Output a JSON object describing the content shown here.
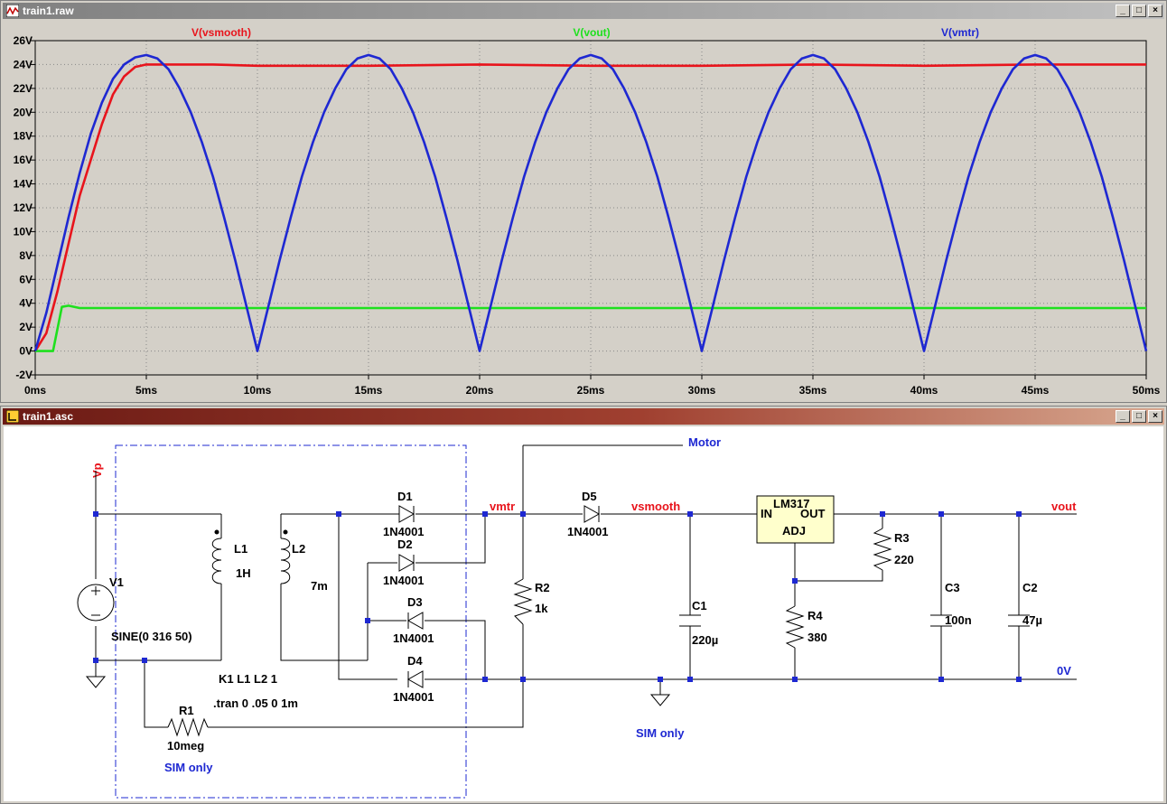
{
  "plot_window": {
    "title": "train1.raw"
  },
  "schematic_window": {
    "title": "train1.asc"
  },
  "window_controls": {
    "minimize": "_",
    "restore": "□",
    "close": "×"
  },
  "colors": {
    "vsmooth": "#e8141c",
    "vout": "#1ee01e",
    "vmtr": "#1e28d2",
    "component_label": "#000000",
    "net_label_red": "#e8141c",
    "net_label_blue": "#1e28d2",
    "wire": "#000000",
    "junction": "#1e28d2",
    "box": "#1e28d2"
  },
  "chart_data": {
    "type": "line",
    "title": "",
    "xlabel": "",
    "ylabel": "",
    "xlim": [
      0,
      50
    ],
    "ylim": [
      -2,
      26
    ],
    "grid": true,
    "x_ticks": [
      "0ms",
      "5ms",
      "10ms",
      "15ms",
      "20ms",
      "25ms",
      "30ms",
      "35ms",
      "40ms",
      "45ms",
      "50ms"
    ],
    "y_ticks": [
      "-2V",
      "0V",
      "2V",
      "4V",
      "6V",
      "8V",
      "10V",
      "12V",
      "14V",
      "16V",
      "18V",
      "20V",
      "22V",
      "24V",
      "26V"
    ],
    "series": [
      {
        "name": "V(vsmooth)",
        "color": "#e8141c",
        "x": [
          0,
          0.5,
          1,
          1.5,
          2,
          2.5,
          3,
          3.5,
          4,
          4.5,
          5,
          6,
          8,
          10,
          15,
          20,
          25,
          30,
          35,
          40,
          45,
          50
        ],
        "y": [
          0,
          1.5,
          5,
          9,
          13,
          16,
          19,
          21.5,
          23,
          23.8,
          24,
          24,
          24,
          23.9,
          23.9,
          24,
          23.9,
          23.9,
          24,
          23.9,
          24,
          24
        ]
      },
      {
        "name": "V(vout)",
        "color": "#1ee01e",
        "x": [
          0,
          0.8,
          1.2,
          1.5,
          2,
          3,
          50
        ],
        "y": [
          0,
          0,
          3.7,
          3.8,
          3.6,
          3.6,
          3.6
        ]
      },
      {
        "name": "V(vmtr)",
        "color": "#1e28d2",
        "x": [
          0,
          0.5,
          1,
          1.5,
          2,
          2.5,
          3,
          3.5,
          4,
          4.5,
          5,
          5.5,
          6,
          6.5,
          7,
          7.5,
          8,
          8.5,
          9,
          9.5,
          10,
          10.5,
          11,
          11.5,
          12,
          12.5,
          13,
          13.5,
          14,
          14.5,
          15,
          15.5,
          16,
          16.5,
          17,
          17.5,
          18,
          18.5,
          19,
          19.5,
          20,
          20.5,
          21,
          21.5,
          22,
          22.5,
          23,
          23.5,
          24,
          24.5,
          25,
          25.5,
          26,
          26.5,
          27,
          27.5,
          28,
          28.5,
          29,
          29.5,
          30,
          30.5,
          31,
          31.5,
          32,
          32.5,
          33,
          33.5,
          34,
          34.5,
          35,
          35.5,
          36,
          36.5,
          37,
          37.5,
          38,
          38.5,
          39,
          39.5,
          40,
          40.5,
          41,
          41.5,
          42,
          42.5,
          43,
          43.5,
          44,
          44.5,
          45,
          45.5,
          46,
          46.5,
          47,
          47.5,
          48,
          48.5,
          49,
          49.5,
          50
        ],
        "y": [
          0,
          3.2,
          7.2,
          11.2,
          14.9,
          18.2,
          20.8,
          22.8,
          24,
          24.6,
          24.8,
          24.5,
          23.6,
          22,
          20,
          17.5,
          14.6,
          11.2,
          7.6,
          3.8,
          0,
          3.8,
          7.6,
          11.2,
          14.6,
          17.5,
          20,
          22,
          23.6,
          24.5,
          24.8,
          24.5,
          23.6,
          22,
          20,
          17.5,
          14.6,
          11.2,
          7.6,
          3.8,
          0,
          3.8,
          7.6,
          11.2,
          14.6,
          17.5,
          20,
          22,
          23.6,
          24.5,
          24.8,
          24.5,
          23.6,
          22,
          20,
          17.5,
          14.6,
          11.2,
          7.6,
          3.8,
          0,
          3.8,
          7.6,
          11.2,
          14.6,
          17.5,
          20,
          22,
          23.6,
          24.5,
          24.8,
          24.5,
          23.6,
          22,
          20,
          17.5,
          14.6,
          11.2,
          7.6,
          3.8,
          0,
          3.8,
          7.6,
          11.2,
          14.6,
          17.5,
          20,
          22,
          23.6,
          24.5,
          24.8,
          24.5,
          23.6,
          22,
          20,
          17.5,
          14.6,
          11.2,
          7.6,
          3.8,
          0
        ]
      }
    ]
  },
  "schematic": {
    "net_labels": {
      "vp": "Vp",
      "vmtr": "vmtr",
      "vsmooth": "vsmooth",
      "vout": "vout",
      "motor": "Motor",
      "zero": "0V",
      "sim_only_1": "SIM only",
      "sim_only_2": "SIM only"
    },
    "components": {
      "v1": "V1",
      "v1_value": "SINE(0 316 50)",
      "l1": "L1",
      "l1_value": "1H",
      "l2": "L2",
      "l2_value": "7m",
      "d1": "D1",
      "d1_value": "1N4001",
      "d2": "D2",
      "d2_value": "1N4001",
      "d3": "D3",
      "d3_value": "1N4001",
      "d4": "D4",
      "d4_value": "1N4001",
      "d5": "D5",
      "d5_value": "1N4001",
      "r1": "R1",
      "r1_value": "10meg",
      "r2": "R2",
      "r2_value": "1k",
      "r3": "R3",
      "r3_value": "220",
      "r4": "R4",
      "r4_value": "380",
      "c1": "C1",
      "c1_value": "220µ",
      "c2": "C2",
      "c2_value": "47µ",
      "c3": "C3",
      "c3_value": "100n",
      "u1": "LM317",
      "u1_in": "IN",
      "u1_out": "OUT",
      "u1_adj": "ADJ"
    },
    "directives": {
      "coupling": "K1 L1 L2 1",
      "tran": ".tran 0 .05 0 1m"
    }
  }
}
